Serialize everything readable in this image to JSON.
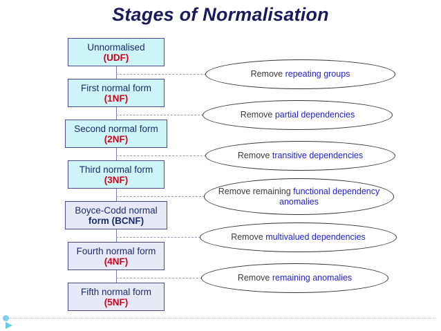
{
  "slide": {
    "title": "Stages of Normalisation",
    "stages": [
      {
        "line1": "Unnormalised",
        "line2": "(UDF)",
        "fill": "cyan"
      },
      {
        "line1": "First normal form",
        "line2": "(1NF)",
        "fill": "cyan"
      },
      {
        "line1": "Second normal form",
        "line2": "(2NF)",
        "fill": "cyan"
      },
      {
        "line1": "Third normal form",
        "line2": "(3NF)",
        "fill": "cyan"
      },
      {
        "line1": "Boyce-Codd normal",
        "line2": "form (BCNF)",
        "fill": "lav"
      },
      {
        "line1": "Fourth normal form",
        "line2": "(4NF)",
        "fill": "lav"
      },
      {
        "line1": "Fifth normal form",
        "line2": "(5NF)",
        "fill": "lav"
      }
    ],
    "steps": [
      {
        "prefix": "Remove ",
        "highlight": "repeating groups",
        "suffix": "",
        "two_line": false
      },
      {
        "prefix": "Remove ",
        "highlight": "partial dependencies",
        "suffix": "",
        "two_line": false
      },
      {
        "prefix": "Remove ",
        "highlight": "transitive dependencies",
        "suffix": "",
        "two_line": false
      },
      {
        "prefix": "Remove remaining ",
        "highlight": "functional dependency anomalies",
        "suffix": "",
        "two_line": true
      },
      {
        "prefix": "Remove ",
        "highlight": "multivalued dependencies",
        "suffix": "",
        "two_line": false
      },
      {
        "prefix": "Remove ",
        "highlight": "remaining anomalies",
        "suffix": "",
        "two_line": false
      }
    ],
    "colors": {
      "title": "#1b1b5c",
      "stage_cyan": "#cdf4f7",
      "stage_lavender": "#e8e9f7",
      "tag_red": "#d0021b",
      "highlight_blue": "#1f1fd0",
      "footer_rule": "#7fd0f0"
    }
  }
}
